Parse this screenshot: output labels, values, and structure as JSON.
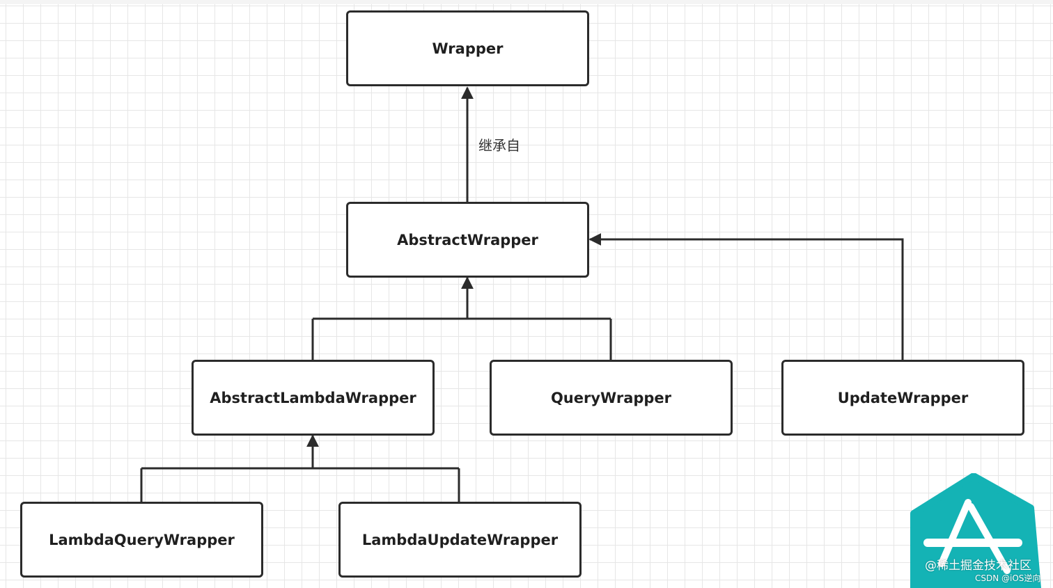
{
  "diagram": {
    "nodes": {
      "wrapper": "Wrapper",
      "abstract_wrapper": "AbstractWrapper",
      "abstract_lambda_wrapper": "AbstractLambdaWrapper",
      "query_wrapper": "QueryWrapper",
      "update_wrapper": "UpdateWrapper",
      "lambda_query_wrapper": "LambdaQueryWrapper",
      "lambda_update_wrapper": "LambdaUpdateWrapper"
    },
    "edge_label": "继承自",
    "line_color": "#2b2b2b"
  },
  "watermark": {
    "line1": "@稀土掘金技术社区",
    "line2": "CSDN @iOS逆向",
    "badge_color": "#14b3b5"
  }
}
